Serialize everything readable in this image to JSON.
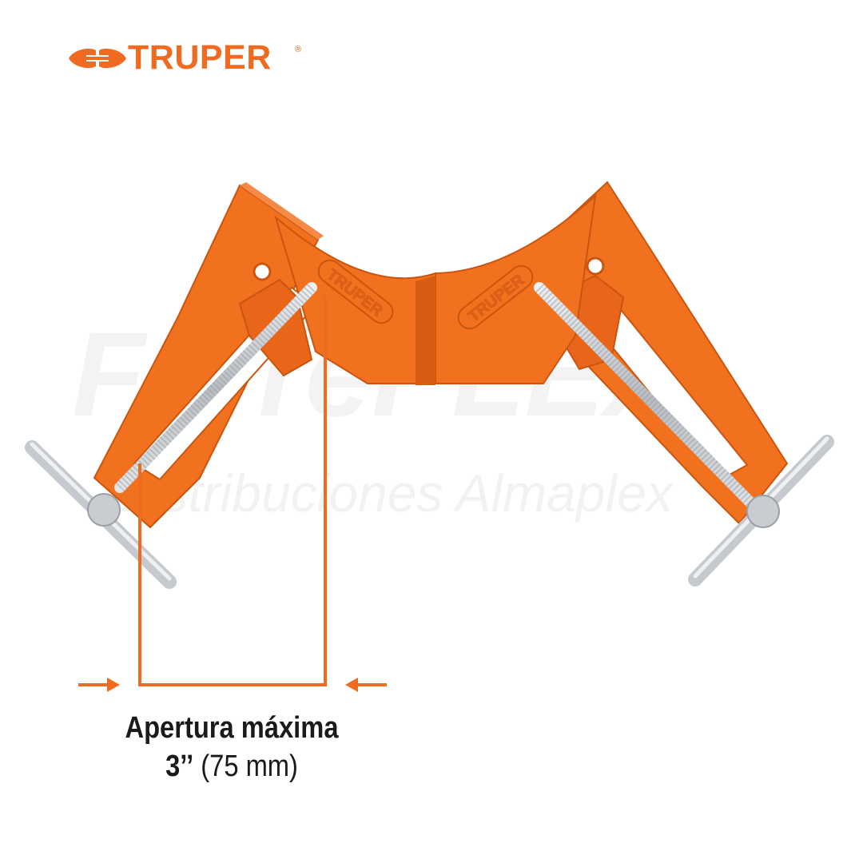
{
  "brand": {
    "name": "TRUPER",
    "registered": "®",
    "color": "#ef6b22"
  },
  "product": {
    "embossed_mark": "TRUPER",
    "body_color": "#f2711f",
    "metal_color": "#c9ccd0"
  },
  "watermark": {
    "line1": "FerrePLEX",
    "line2": "Distribuciones Almaplex"
  },
  "spec": {
    "label": "Apertura máxima",
    "value": "3’’",
    "value_metric": "(75 mm)"
  }
}
